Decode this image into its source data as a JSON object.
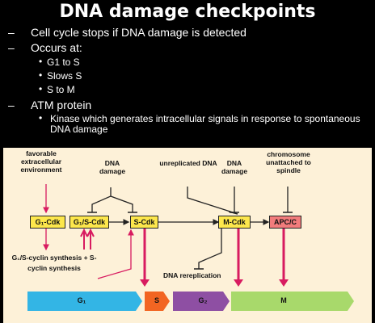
{
  "slide": {
    "title": "DNA damage checkpoints",
    "bullets": [
      {
        "text": "Cell cycle stops if DNA damage is detected"
      },
      {
        "text": "Occurs at:",
        "sub": [
          "G1 to S",
          "Slows S",
          "S to M"
        ]
      },
      {
        "text": "ATM protein",
        "sub": [
          "Kinase which generates intracellular signals in response to spontaneous DNA damage"
        ]
      }
    ]
  },
  "figure": {
    "labels": {
      "favorable": "favorable extracellular environment",
      "dna_damage_1": "DNA damage",
      "unreplicated": "unreplicated DNA",
      "dna_damage_2": "DNA damage",
      "chromosome": "chromosome unattached to spindle",
      "synthesis": "G₁/S-cyclin synthesis + S-cyclin synthesis",
      "replication": "DNA rereplication"
    },
    "nodes": {
      "g1cdk": "G₁-Cdk",
      "g1scdk": "G₁/S-Cdk",
      "scdk": "S-Cdk",
      "mcdk": "M-Cdk",
      "apcc": "APC/C"
    },
    "phases": {
      "g1": "G₁",
      "s": "S",
      "g2": "G₂",
      "m": "M"
    },
    "colors": {
      "g1": "#33b5e5",
      "s": "#f26522",
      "g2": "#8e4fa3",
      "m": "#a8d96b",
      "arrow_pink": "#d81b60",
      "node_yellow": "#fde74c",
      "node_pink": "#f27c7c",
      "background": "#fdf1d8"
    }
  }
}
